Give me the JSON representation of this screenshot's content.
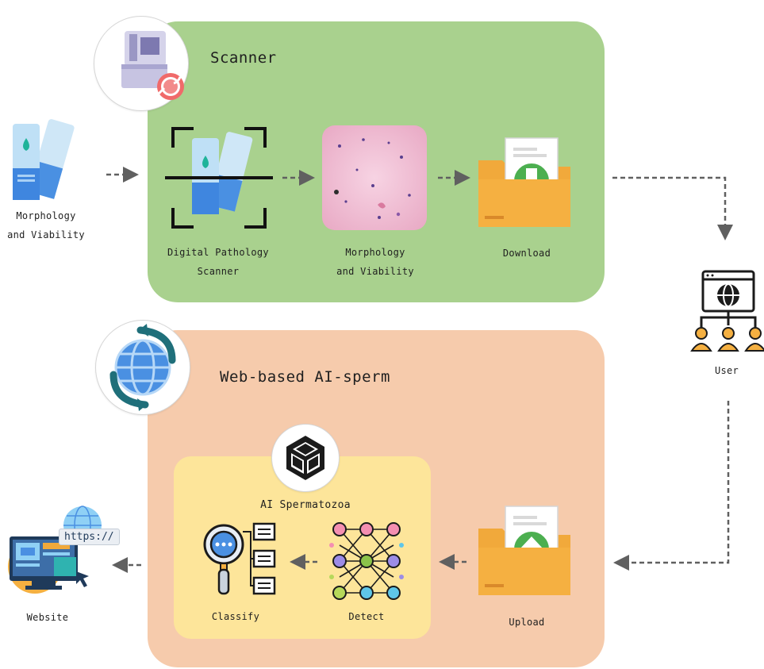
{
  "scanner": {
    "title": "Scanner",
    "source_label_line1": "Morphology",
    "source_label_line2": "and Viability",
    "step1_line1": "Digital Pathology",
    "step1_line2": "Scanner",
    "step2_line1": "Morphology",
    "step2_line2": "and Viability",
    "step3": "Download"
  },
  "user": {
    "label": "User"
  },
  "web": {
    "title": "Web-based AI-sperm",
    "ai_title": "AI Spermatozoa",
    "classify": "Classify",
    "detect": "Detect",
    "upload": "Upload",
    "website": "Website",
    "url_badge": "https://"
  },
  "colors": {
    "scanner_panel": "#a9d18e",
    "web_panel": "#f6cbac",
    "ai_panel": "#fde59a",
    "arrow": "#606060",
    "download_green": "#4caf50",
    "folder_orange": "#f5b041"
  }
}
